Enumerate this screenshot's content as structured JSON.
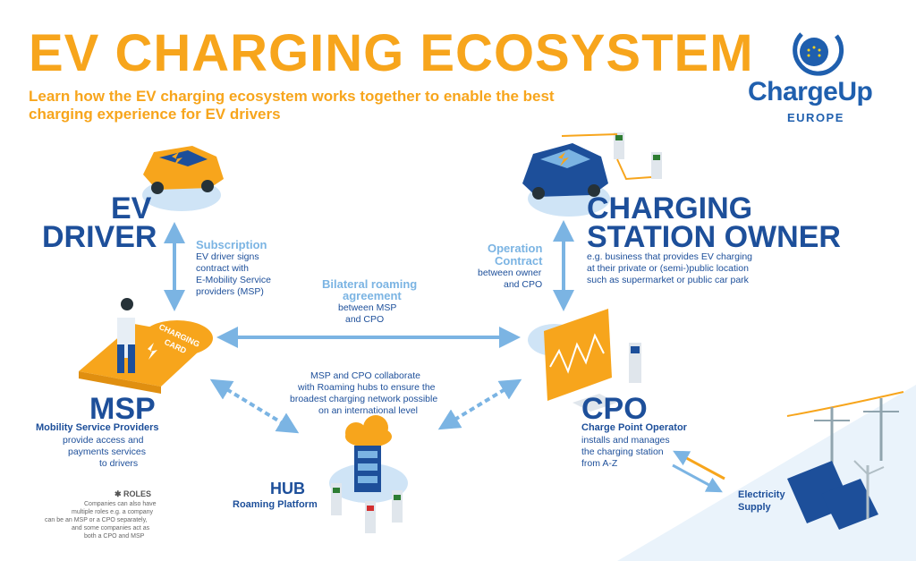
{
  "header": {
    "title": "EV CHARGING ECOSYSTEM",
    "subtitle": "Learn how the EV charging ecosystem works together to enable the best charging experience for EV drivers"
  },
  "logo": {
    "name": "ChargeUp",
    "sub": "EUROPE"
  },
  "ev_driver": {
    "title_line1": "EV",
    "title_line2": "DRIVER"
  },
  "charging_station_owner": {
    "title_line1": "CHARGING",
    "title_line2": "STATION OWNER",
    "desc_line1": "e.g. business that provides EV charging",
    "desc_line2": "at their private or (semi-)public location",
    "desc_line3": "such as supermarket or public car park"
  },
  "subscription": {
    "label": "Subscription",
    "desc_line1": "EV driver signs",
    "desc_line2": "contract with",
    "desc_line3": "E-Mobility Service",
    "desc_line4": "providers (MSP)"
  },
  "operation_contract": {
    "label_line1": "Operation",
    "label_line2": "Contract",
    "desc_line1": "between owner",
    "desc_line2": "and CPO"
  },
  "bilateral": {
    "label_line1": "Bilateral roaming",
    "label_line2": "agreement",
    "desc_line1": "between MSP",
    "desc_line2": "and CPO"
  },
  "collab": {
    "line1": "MSP and CPO collaborate",
    "line2": "with Roaming hubs to ensure the",
    "line3": "broadest charging network possible",
    "line4": "on an international level"
  },
  "charging_card": {
    "line1": "CHARGING",
    "line2": "CARD"
  },
  "msp": {
    "title": "MSP",
    "subtitle": "Mobility Service Providers",
    "desc_line1": "provide access and",
    "desc_line2": "payments services",
    "desc_line3": "to drivers"
  },
  "cpo": {
    "title": "CPO",
    "subtitle": "Charge Point Operator",
    "desc_line1": "installs and manages",
    "desc_line2": "the charging station",
    "desc_line3": "from A-Z"
  },
  "hub": {
    "title": "HUB",
    "subtitle": "Roaming Platform"
  },
  "electricity": {
    "line1": "Electricity",
    "line2": "Supply"
  },
  "roles": {
    "header": "✱ ROLES",
    "line1": "Companies can also have",
    "line2": "multiple roles e.g. a company",
    "line3": "can be an MSP or a CPO separately,",
    "line4": "and some companies act as",
    "line5": "both a CPO and MSP"
  },
  "colors": {
    "orange": "#f7a51c",
    "navy": "#1d4f9a",
    "light_blue": "#7bb4e3",
    "platform_blue": "#cfe4f6"
  }
}
